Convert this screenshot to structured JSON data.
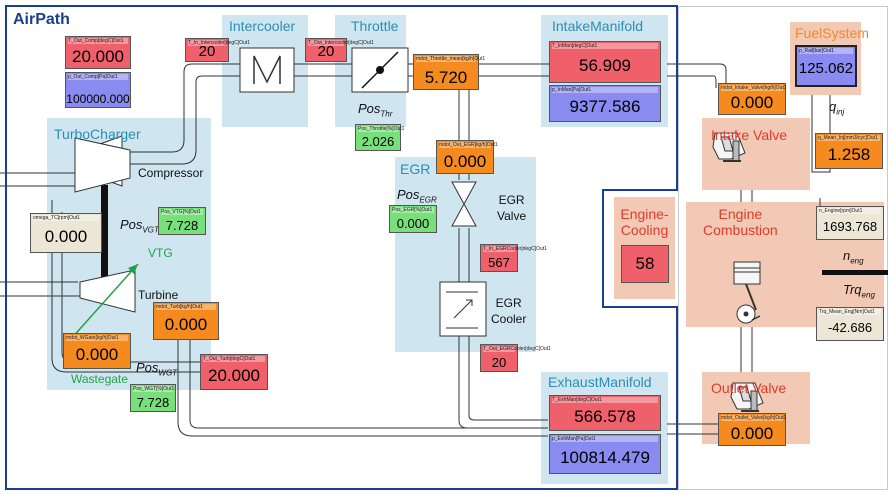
{
  "airpath": {
    "title": "AirPath",
    "t_out_comp": {
      "tag": "T_Out_Comp[degC]Out1",
      "value": "20.000"
    },
    "p_out_comp": {
      "tag": "p_Out_Comp[Pa]Out1",
      "value": "100000.000"
    }
  },
  "turbocharger": {
    "title": "TurboCharger",
    "compressor_label": "Compressor",
    "turbine_label": "Turbine",
    "vtg_label": "VTG",
    "wastegate_label": "Wastegate",
    "pos_vgt_base": "Pos",
    "pos_vgt_sub": "VGT",
    "pos_vgt": {
      "tag": "Pos_VTG[%]Out1",
      "value": "7.728"
    },
    "pos_wgt_base": "Pos",
    "pos_wgt_sub": "WGT",
    "pos_wgt": {
      "tag": "Pos_WGT[%]Out1",
      "value": "7.728"
    },
    "omega_tc": {
      "tag": "omega_TC[rpm]Out1",
      "value": "0.000"
    },
    "mdot_turb": {
      "tag": "mdot_Turb[kg/h]Out1",
      "value": "0.000"
    },
    "mdot_wgate": {
      "tag": "mdot_WGate[kg/h]Out1",
      "value": "0.000"
    },
    "t_out_turb": {
      "tag": "T_Out_Turb[degC]Out1",
      "value": "20.000"
    }
  },
  "intercooler": {
    "title": "Intercooler",
    "in": {
      "tag": "T_In_Intercooler[degC]Out1",
      "value": "20"
    },
    "out": {
      "tag": "T_Out_Intercooler[degC]Out1",
      "value": "20"
    }
  },
  "throttle": {
    "title": "Throttle",
    "pos_base": "Pos",
    "pos_sub": "Thr",
    "pos": {
      "tag": "Pos_Throttle[%]Out1",
      "value": "2.026"
    },
    "mdot": {
      "tag": "mdot_Throttle_mean[kg/h]Out1",
      "value": "5.720"
    }
  },
  "intake_manifold": {
    "title": "IntakeManifold",
    "t": {
      "tag": "T_InMan[degC]Out1",
      "value": "56.909"
    },
    "p": {
      "tag": "p_InMan[Pa]Out1",
      "value": "9377.586"
    }
  },
  "egr": {
    "title": "EGR",
    "pos_base": "Pos",
    "pos_sub": "EGR",
    "pos": {
      "tag": "Pos_EGR[%]Out1",
      "value": "0.000"
    },
    "mdot": {
      "tag": "mdot_Out_EGR[kg/h]Out1",
      "value": "0.000"
    },
    "valve_label_1": "EGR",
    "valve_label_2": "Valve",
    "cooler_label_1": "EGR",
    "cooler_label_2": "Cooler",
    "t_in_cooler": {
      "tag": "T_In_EGRCooler[degC]Out1",
      "value": "567"
    },
    "t_out_cooler": {
      "tag": "T_Out_EGRCooler[degC]Out1",
      "value": "20"
    }
  },
  "exhaust_manifold": {
    "title": "ExhaustManifold",
    "t": {
      "tag": "T_ExhMan[degC]Out1",
      "value": "566.578"
    },
    "p": {
      "tag": "p_ExhMan[Pa]Out1",
      "value": "100814.479"
    }
  },
  "engine_cooling": {
    "title_1": "Engine-",
    "title_2": "Cooling",
    "value": "58"
  },
  "fuel_system": {
    "title": "FuelSystem",
    "p_rail": {
      "tag": "p_Rail[bar]Out1",
      "value": "125.062"
    },
    "q_inj_base": "q",
    "q_inj_sub": "inj",
    "q_inj": {
      "tag": "q_Mean_Inj[mm3/cyc]Out1",
      "value": "1.258"
    }
  },
  "engine": {
    "intake_valve_title": "Intake Valve",
    "mdot_intake": {
      "tag": "mdot_Intake_Valve[kg/h]Out1",
      "value": "0.000"
    },
    "combustion_title_1": "Engine",
    "combustion_title_2": "Combustion",
    "n_eng": {
      "tag": "n_Engine[rpm]Out1",
      "value": "1693.768"
    },
    "n_base": "n",
    "n_sub": "eng",
    "trq_base": "Trq",
    "trq_sub": "eng",
    "trq": {
      "tag": "Trq_Mean_Eng[Nm]Out1",
      "value": "-42.686"
    },
    "outlet_valve_title": "Outlet Valve",
    "mdot_outlet": {
      "tag": "mdot_Outlet_Valve[kg/h]Out1",
      "value": "0.000"
    }
  },
  "colors": {
    "panel_blue": "#cfe6f1",
    "panel_salmon": "#f2c9b4",
    "airpath_border": "#1b3f8f",
    "display_red": "#f0606a",
    "display_blue": "#8a8bf0",
    "display_orange": "#f58a1e",
    "display_green": "#78e07a"
  }
}
